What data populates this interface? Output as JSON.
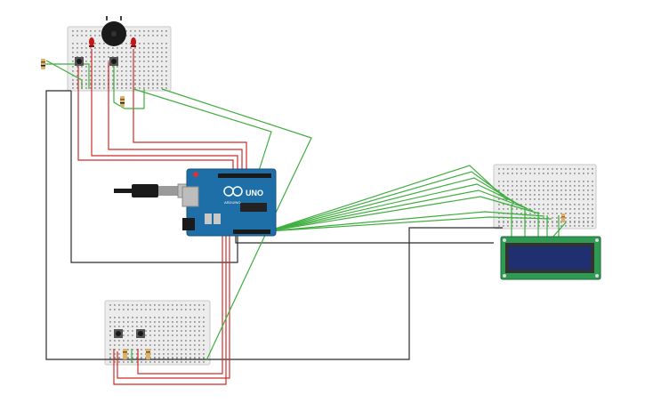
{
  "arduino": {
    "brand": "ARDUINO",
    "model": "UNO",
    "board_color": "#1e6fa8"
  },
  "components": {
    "breadboards": [
      "top-left",
      "right",
      "bottom-left"
    ],
    "buzzer": "piezo",
    "leds": [
      "red",
      "red"
    ],
    "pushbuttons": 4,
    "lcd": "16x2"
  },
  "colors": {
    "wire_red": "#cf2b2b",
    "wire_green": "#3fae3f",
    "wire_black": "#2b2b2b",
    "breadboard": "#ececec",
    "lcd_pcb": "#2f9a52",
    "lcd_screen": "#1f2f6f"
  }
}
